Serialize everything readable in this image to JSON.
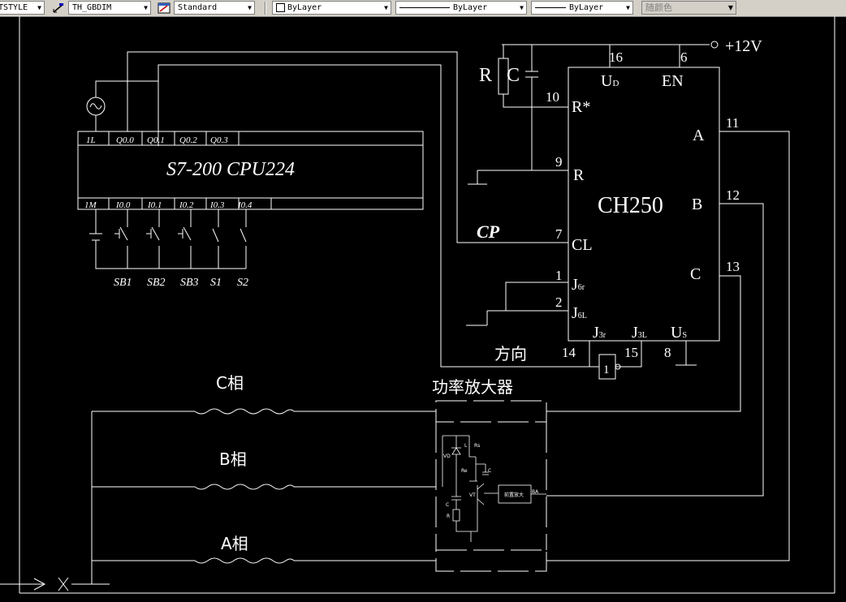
{
  "toolbar": {
    "text_style": "TSTYLE",
    "dim_style": "TH_GBDIM",
    "table_style": "Standard",
    "layer": "ByLayer",
    "linetype": "ByLayer",
    "lineweight": "ByLayer",
    "plot_style": "随颜色"
  },
  "plc": {
    "model": "S7-200 CPU224",
    "outputs": [
      "1L",
      "Q0.0",
      "Q0.1",
      "Q0.2",
      "Q0.3"
    ],
    "inputs": [
      "1M",
      "I0.0",
      "I0.1",
      "I0.2",
      "I0.3",
      "I0.4"
    ],
    "switches": [
      "SB1",
      "SB2",
      "SB3",
      "S1",
      "S2"
    ]
  },
  "ch250": {
    "title": "CH250",
    "supply": "+12V",
    "pin_labels": {
      "ud": "U",
      "ud_sub": "D",
      "en": "EN",
      "rstar": "R*",
      "r": "R",
      "cl": "CL",
      "a": "A",
      "b": "B",
      "c": "C",
      "j6r": "J",
      "j6r_sub": "6r",
      "j6l": "J",
      "j6l_sub": "6L",
      "j3r": "J",
      "j3r_sub": "3r",
      "j3l": "J",
      "j3l_sub": "3L",
      "us": "U",
      "us_sub": "S"
    },
    "pin_numbers": {
      "p16": "16",
      "p6": "6",
      "p10": "10",
      "p9": "9",
      "p7": "7",
      "p1": "1",
      "p2": "2",
      "p14": "14",
      "p15": "15",
      "p8": "8",
      "p11": "11",
      "p12": "12",
      "p13": "13"
    },
    "r_label": "R",
    "c_label": "C",
    "cp_label": "CP",
    "direction_label": "方向",
    "gate_label": "1"
  },
  "motor": {
    "amp_title": "功率放大器",
    "phase_c": "C相",
    "phase_b": "B相",
    "phase_a": "A相",
    "amp_labels": {
      "vd": "VD",
      "l": "L",
      "rs": "Rs",
      "re": "Re",
      "c1": "C",
      "vt": "VT",
      "c2": "C",
      "r": "R",
      "drive": "前置放大",
      "ba": "BA"
    }
  }
}
